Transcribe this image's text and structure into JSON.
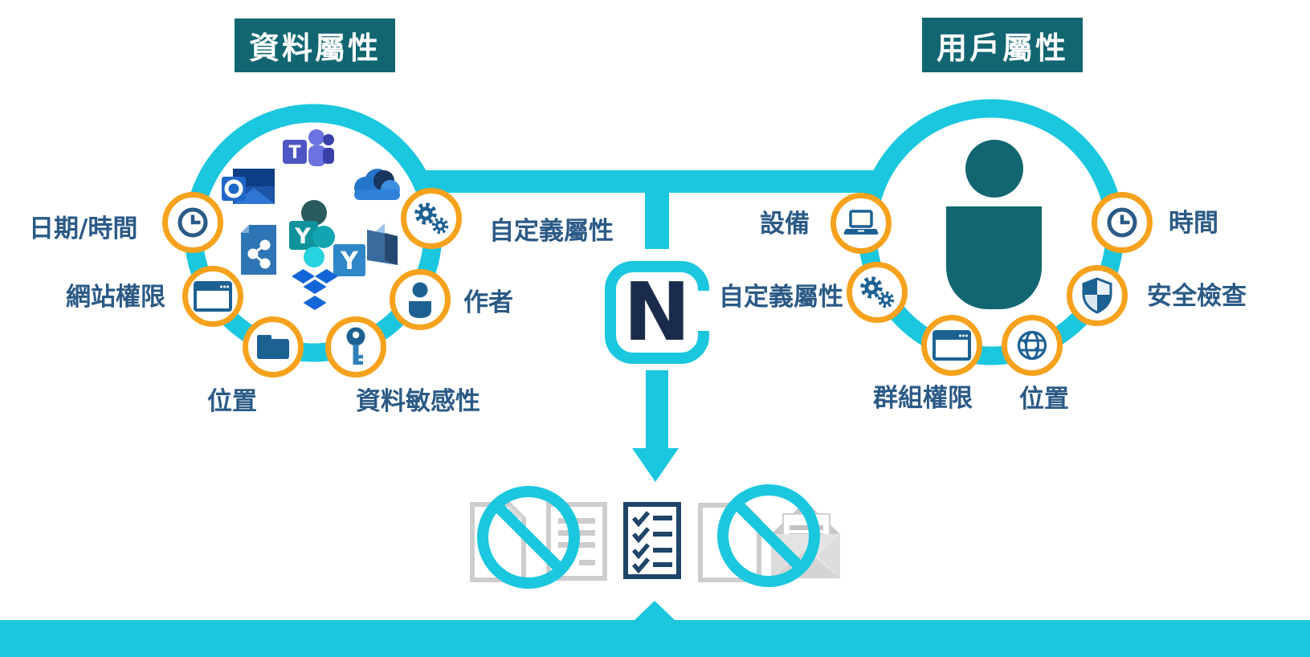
{
  "diagram": {
    "left": {
      "title": "資料屬性",
      "badges": [
        {
          "label": "日期/時間",
          "icon": "clock-icon"
        },
        {
          "label": "網站權限",
          "icon": "browser-window-icon"
        },
        {
          "label": "位置",
          "icon": "folder-icon"
        },
        {
          "label": "資料敏感性",
          "icon": "key-icon"
        },
        {
          "label": "作者",
          "icon": "person-icon"
        },
        {
          "label": "自定義屬性",
          "icon": "gears-icon"
        }
      ],
      "apps": [
        {
          "name": "microsoft-teams-icon",
          "letter": "T"
        },
        {
          "name": "outlook-icon"
        },
        {
          "name": "onedrive-icon"
        },
        {
          "name": "yammer-icon",
          "letter": "Y"
        },
        {
          "name": "shared-document-icon"
        },
        {
          "name": "yammer-classic-icon",
          "letter": "Y"
        },
        {
          "name": "dropbox-icon"
        }
      ]
    },
    "right": {
      "title": "用戶屬性",
      "center_icon": "user-silhouette-icon",
      "badges": [
        {
          "label": "設備",
          "icon": "laptop-icon"
        },
        {
          "label": "自定義屬性",
          "icon": "gears-icon"
        },
        {
          "label": "群組權限",
          "icon": "browser-window-icon"
        },
        {
          "label": "位置",
          "icon": "globe-icon"
        },
        {
          "label": "安全檢查",
          "icon": "shield-icon"
        },
        {
          "label": "時間",
          "icon": "clock-icon"
        }
      ]
    },
    "center_logo": {
      "name": "nc-protect-logo",
      "letter": "N"
    },
    "bottom": {
      "icons": [
        "blocked-document-icon",
        "policy-checklist-icon",
        "blocked-email-icon"
      ]
    },
    "colors": {
      "cyan": "#1AC7DE",
      "dark_teal": "#116672",
      "orange": "#F6A21D",
      "label_blue": "#2B5A86",
      "icon_blue": "#1D6193",
      "logo_navy": "#1B2B4C",
      "doc_gray": "#CDCDCD"
    }
  }
}
